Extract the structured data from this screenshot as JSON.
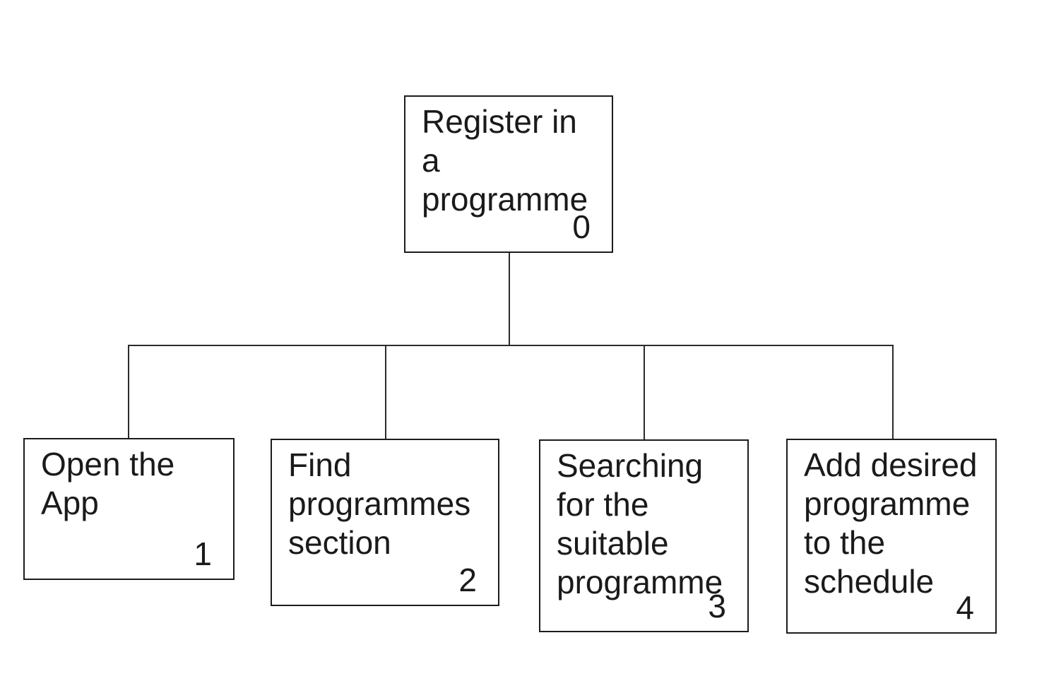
{
  "diagram": {
    "type": "hierarchical-task-diagram",
    "colors": {
      "background": "#ffffff",
      "box_border": "#1c1c1c",
      "connector_line": "#2a2a2a",
      "text": "#1a1a1a"
    },
    "root": {
      "label": "Register in\na\nprogramme",
      "number": "0"
    },
    "children": [
      {
        "label": "Open the\nApp",
        "number": "1"
      },
      {
        "label": "Find\nprogrammes\nsection",
        "number": "2"
      },
      {
        "label": "Searching\nfor the\nsuitable\nprogramme",
        "number": "3"
      },
      {
        "label": "Add desired\nprogramme\nto the\nschedule",
        "number": "4"
      }
    ]
  }
}
